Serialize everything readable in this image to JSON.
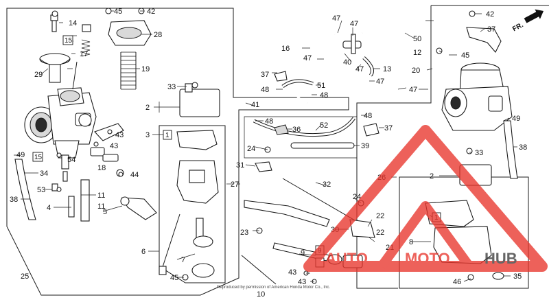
{
  "direction_label": "FR.",
  "copyright": "Reproduced by permission of American Honda Motor Co., Inc.",
  "watermark": {
    "word1": "AUTO",
    "word2": "MOTO",
    "word3": "HUB",
    "red": "#e8352c",
    "dark": "#3a3a3a"
  },
  "callouts": {
    "c1a": "1",
    "c1b": "1",
    "c2a": "2",
    "c2b": "2",
    "c3": "3",
    "c4": "4",
    "c5": "5",
    "c6": "6",
    "c7": "7",
    "c8": "8",
    "c9": "9",
    "c10": "10",
    "c11": "11",
    "c12": "12",
    "c13": "13",
    "c14": "14",
    "c15a": "15",
    "c15b": "15",
    "c16": "16",
    "c17": "17",
    "c18": "18",
    "c19": "19",
    "c20": "20",
    "c21": "21",
    "c22": "22",
    "c23": "23",
    "c24a": "24",
    "c24b": "24",
    "c25": "25",
    "c26": "26",
    "c27": "27",
    "c28": "28",
    "c29": "29",
    "c30": "30",
    "c31": "31",
    "c32": "32",
    "c33a": "33",
    "c33b": "33",
    "c34": "34",
    "c35": "35",
    "c36": "36",
    "c37a": "37",
    "c37b": "37",
    "c37c": "37",
    "c38a": "38",
    "c38b": "38",
    "c39": "39",
    "c40": "40",
    "c41": "41",
    "c42a": "42",
    "c42b": "42",
    "c43a": "43",
    "c43b": "43",
    "c43c": "43",
    "c44": "44",
    "c45a": "45",
    "c45b": "45",
    "c45c": "45",
    "c46": "46",
    "c47a": "47",
    "c47b": "47",
    "c47c": "47",
    "c47d": "47",
    "c47e": "47",
    "c47f": "47",
    "c48a": "48",
    "c48b": "48",
    "c48c": "48",
    "c49a": "49",
    "c49b": "49",
    "c50": "50",
    "c51": "51",
    "c52": "52",
    "c53": "53",
    "c54": "54",
    "c11b": "11",
    "c22b": "22"
  }
}
